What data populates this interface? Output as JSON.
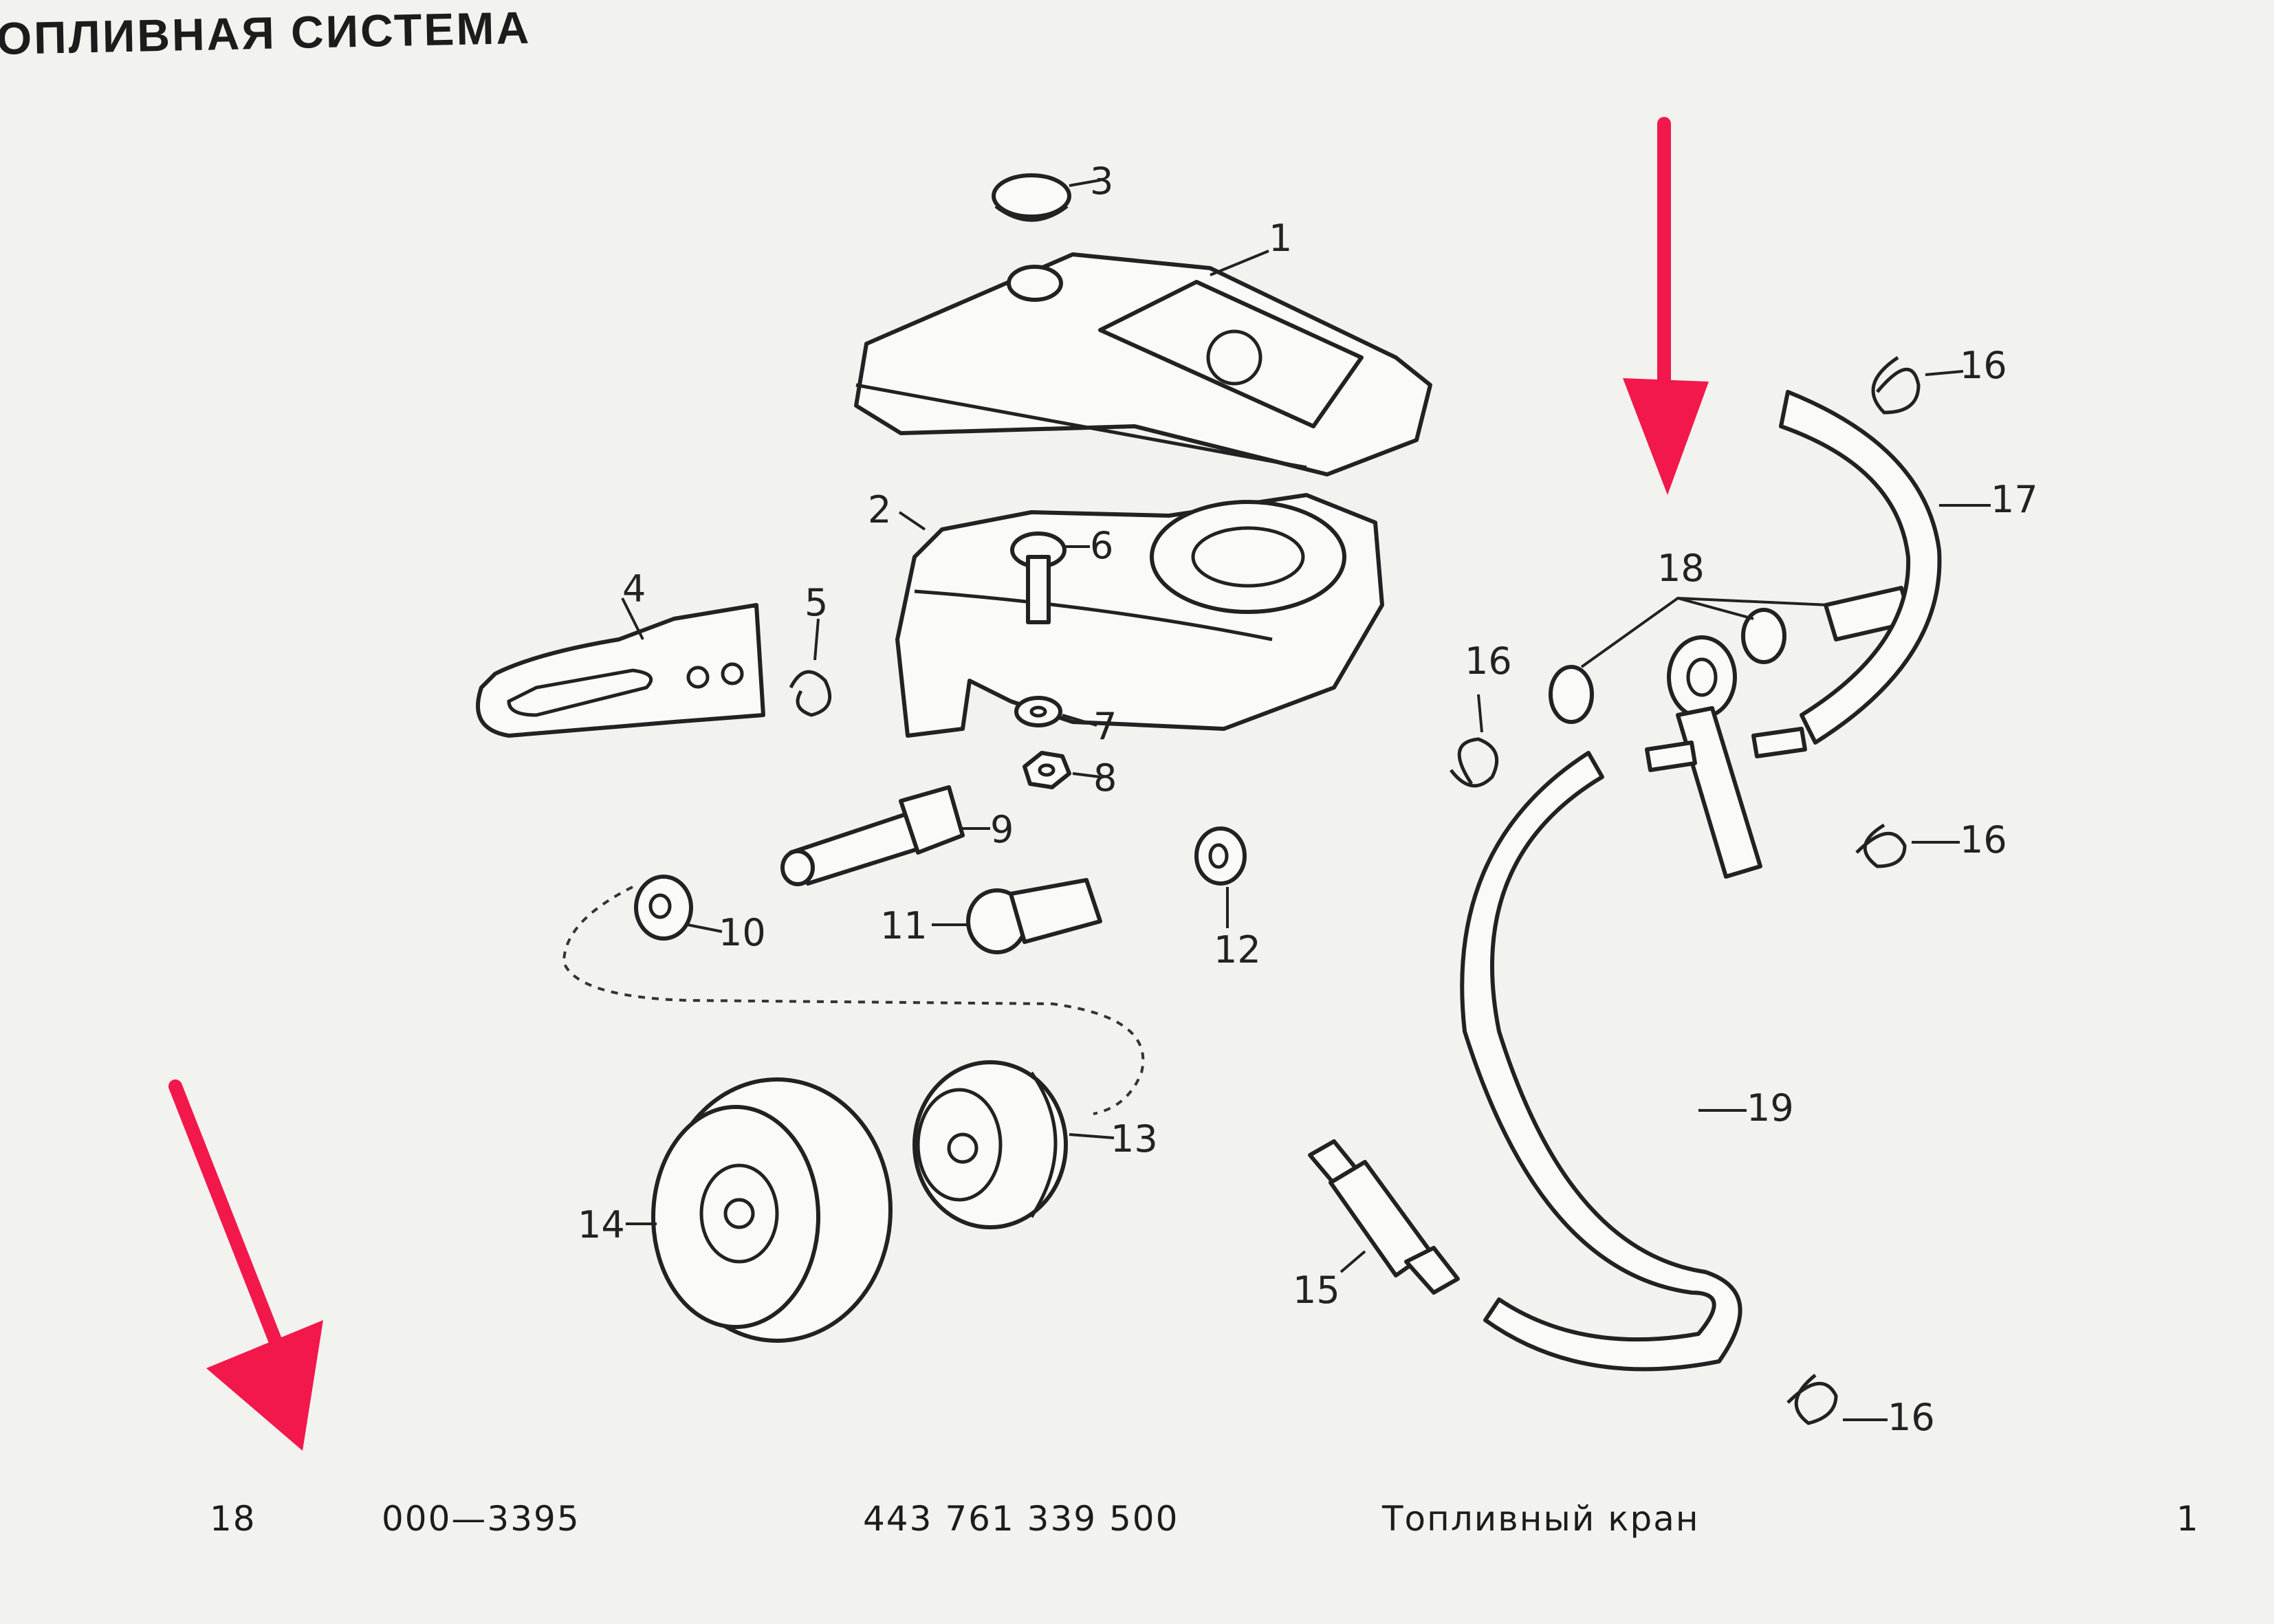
{
  "header": {
    "title": "ОПЛИВНАЯ СИСТЕМА"
  },
  "callouts": {
    "c1": "1",
    "c2": "2",
    "c3": "3",
    "c4": "4",
    "c5": "5",
    "c6": "6",
    "c7": "7",
    "c8": "8",
    "c9": "9",
    "c10": "10",
    "c11": "11",
    "c12": "12",
    "c13": "13",
    "c14": "14",
    "c15": "15",
    "c16": "16",
    "c17": "17",
    "c18": "18",
    "c19": "19"
  },
  "footer": {
    "position": "18",
    "code": "000—3395",
    "part_number": "443 761 339 500",
    "description": "Топливный кран",
    "quantity": "1"
  },
  "colors": {
    "annotation_arrow": "#f2184b",
    "paper": "#f2f2ef",
    "ink": "#222222"
  },
  "icons": [
    "down-arrow-annotation-icon",
    "diagonal-arrow-annotation-icon"
  ]
}
